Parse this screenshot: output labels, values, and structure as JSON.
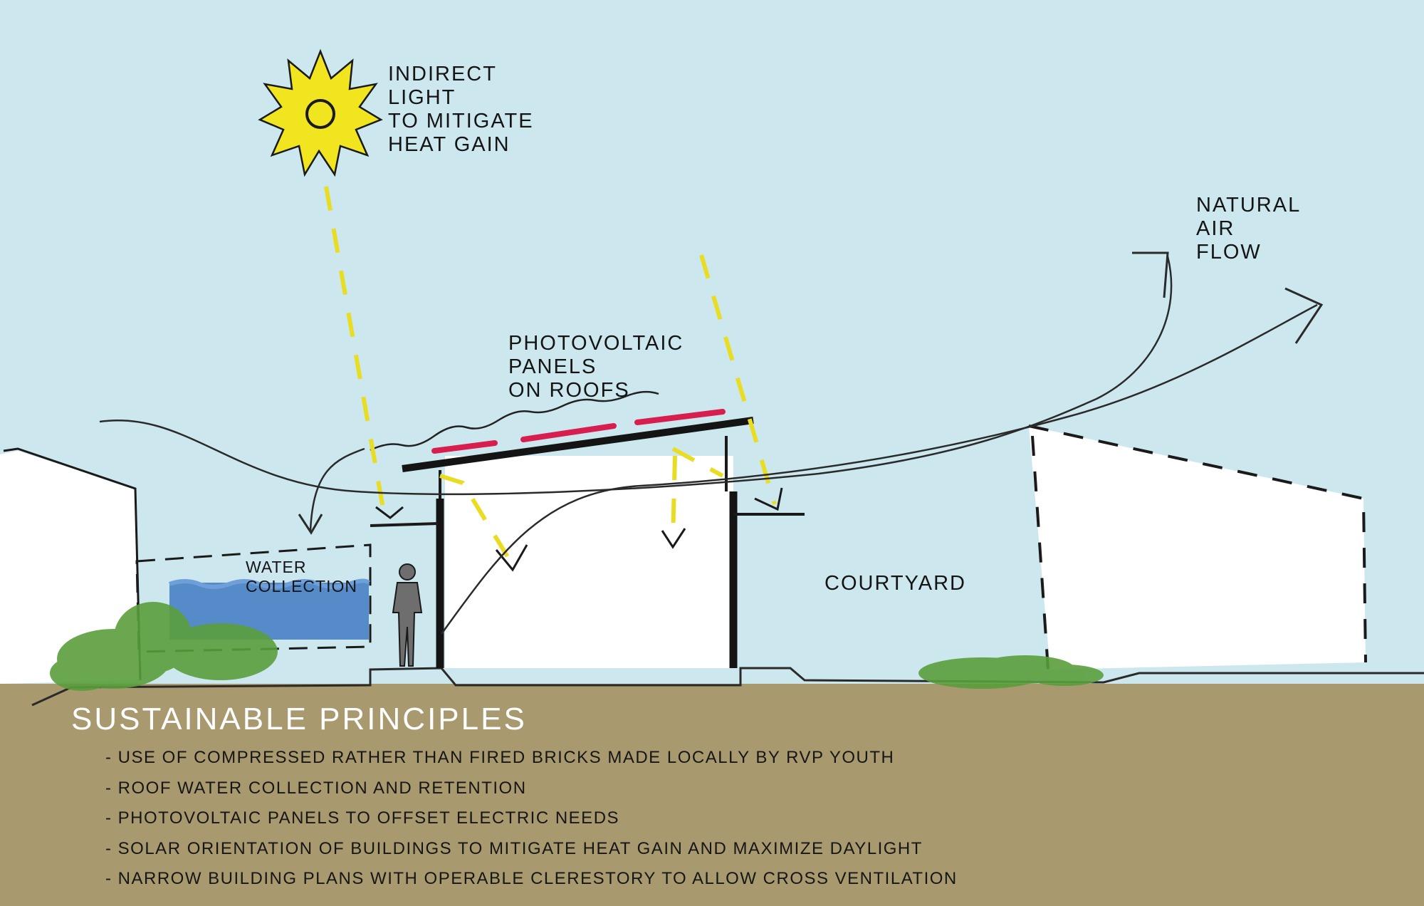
{
  "colors": {
    "sky": "#cce8ee",
    "ground": "#a89a6e",
    "sun": "#f0e51e",
    "sun_ray": "#e8dd22",
    "water": "#4e86c6",
    "pv_panel": "#d81e4e",
    "vegetation": "#5a9e3c",
    "wall": "#ffffff",
    "ink": "#1a1a1a"
  },
  "icons": {
    "sun": "sun-icon",
    "person": "person-silhouette-icon",
    "arrow": "arrow-icon"
  },
  "labels": {
    "indirect_light": "INDIRECT\nLIGHT\nTO MITIGATE\nHEAT GAIN",
    "natural_air_flow": "NATURAL\nAIR\nFLOW",
    "photovoltaic": "PHOTOVOLTAIC\nPANELS\nON ROOFS",
    "water_collection": "WATER\nCOLLECTION",
    "courtyard": "COURTYARD"
  },
  "principles": {
    "title": "SUSTAINABLE PRINCIPLES",
    "items": [
      "- USE OF COMPRESSED RATHER THAN FIRED BRICKS MADE LOCALLY BY RVP YOUTH",
      "- ROOF WATER COLLECTION AND RETENTION",
      "- PHOTOVOLTAIC PANELS TO OFFSET ELECTRIC NEEDS",
      "- SOLAR ORIENTATION OF BUILDINGS TO MITIGATE HEAT GAIN AND MAXIMIZE DAYLIGHT",
      "- NARROW BUILDING PLANS WITH OPERABLE CLERESTORY TO ALLOW CROSS VENTILATION"
    ]
  }
}
